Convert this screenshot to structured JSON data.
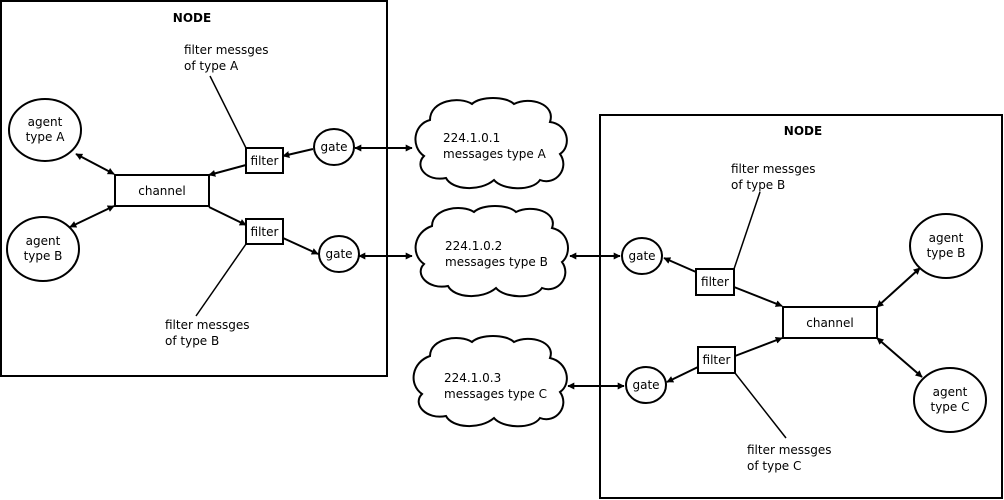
{
  "colors": {
    "stroke": "#000000",
    "background": "#ffffff"
  },
  "left_node": {
    "title": "NODE",
    "agent_a": [
      "agent",
      "type A"
    ],
    "agent_b": [
      "agent",
      "type B"
    ],
    "channel": "channel",
    "filter_top": "filter",
    "filter_bottom": "filter",
    "gate_top": "gate",
    "gate_bottom": "gate",
    "note_top": [
      "filter messges",
      "of type A"
    ],
    "note_bottom": [
      "filter messges",
      "of type B"
    ]
  },
  "clouds": {
    "a": [
      "224.1.0.1",
      "messages type A"
    ],
    "b": [
      "224.1.0.2",
      "messages type B"
    ],
    "c": [
      "224.1.0.3",
      "messages type C"
    ]
  },
  "right_node": {
    "title": "NODE",
    "agent_b": [
      "agent",
      "type B"
    ],
    "agent_c": [
      "agent",
      "type C"
    ],
    "channel": "channel",
    "filter_top": "filter",
    "filter_bottom": "filter",
    "gate_top": "gate",
    "gate_bottom": "gate",
    "note_top": [
      "filter messges",
      "of type B"
    ],
    "note_bottom": [
      "filter messges",
      "of type C"
    ]
  }
}
